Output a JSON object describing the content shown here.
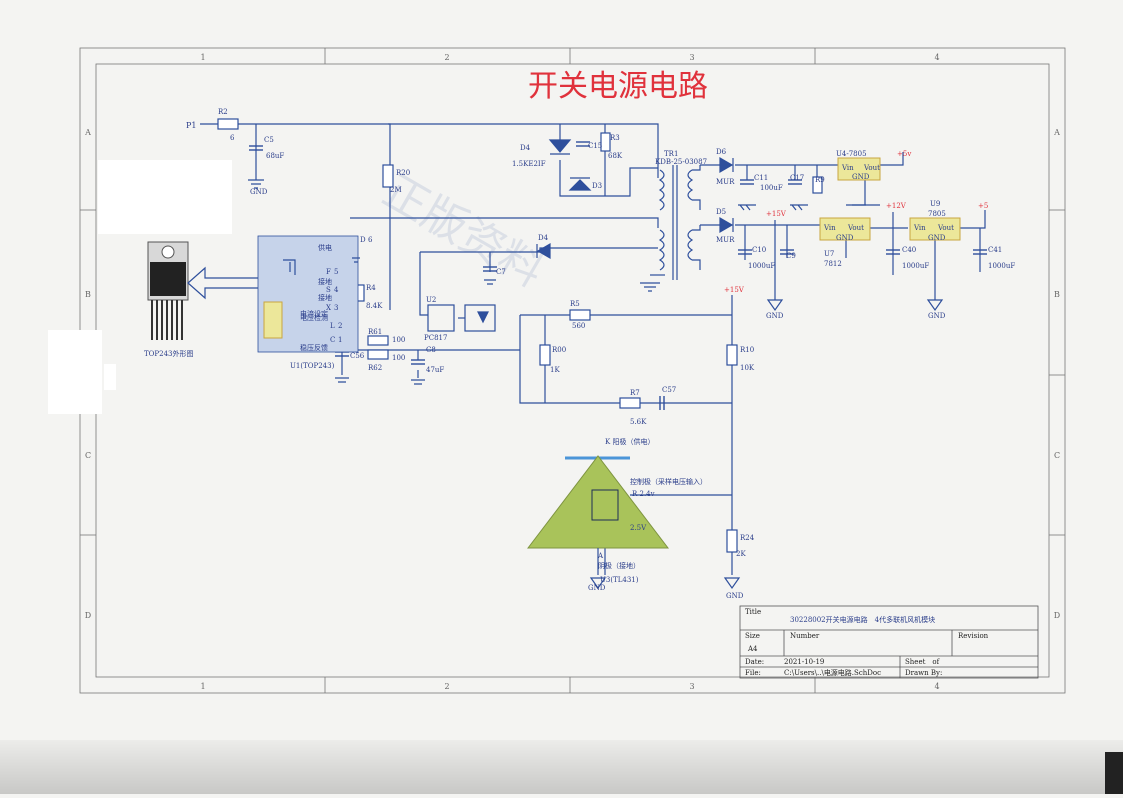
{
  "title": "开关电源电路",
  "grid": {
    "cols_top": [
      "1",
      "2",
      "3",
      "4"
    ],
    "cols_bottom": [
      "1",
      "2",
      "3",
      "4"
    ],
    "rows": [
      "A",
      "B",
      "C",
      "D"
    ]
  },
  "labels": {
    "p1": "P1",
    "r2": "R2",
    "r2v": "6",
    "c5": "C5",
    "c5v": "68uF",
    "gnd": "GND",
    "r20": "R20",
    "r20v": "2M",
    "d4a": "D4",
    "d4av": "1.5KE2IF",
    "c15": "C15",
    "r3": "R3",
    "r3v": "68K",
    "d3": "D3",
    "tr1": "TR1",
    "tr1v": "KDB-25-03087",
    "d6": "D6",
    "d6v": "MUR",
    "c11": "C11",
    "c11v": "100uF",
    "c17": "C17",
    "r9": "R9",
    "u4": "U4-7805",
    "vin": "Vin",
    "vout": "Vout",
    "p5v": "+5v",
    "d5": "D5",
    "d5v": "MUR",
    "p15v": "+15V",
    "c10": "C10",
    "c10v": "1000uF",
    "c9": "C9",
    "p12v": "+12V",
    "u9": "U9",
    "u9v": "7805",
    "p5": "+5",
    "u7": "U7",
    "u7v": "7812",
    "c40": "C40",
    "c40v": "1000uF",
    "c41": "C41",
    "c41v": "1000uF",
    "d4b": "D4",
    "c7": "C7",
    "pin_d": "D",
    "pin_d_n": "6",
    "pin_d_t": "供电",
    "pin_f": "F",
    "pin_f_n": "5",
    "pin_f_t": "接地",
    "pin_s": "S",
    "pin_s_n": "4",
    "pin_s_t": "接地",
    "pin_x": "X",
    "pin_x_n": "3",
    "pin_x_t": "电压检测",
    "pin_l": "L",
    "pin_l_n": "2",
    "pin_l_t": "电流设定",
    "pin_c": "C",
    "pin_c_n": "1",
    "pin_c_t": "稳压反馈",
    "r4": "R4",
    "r4v": "8.4K",
    "u1": "U1(TOP243)",
    "top243": "TOP243外形图",
    "u2": "U2",
    "u2v": "PC817",
    "r5": "R5",
    "r5v": "560",
    "r61": "R61",
    "r61v": "100",
    "r62": "R62",
    "r62v": "100",
    "c56": "C56",
    "c8": "C8",
    "c8v": "47uF",
    "r00": "R00",
    "r00v": "1K",
    "r10": "R10",
    "r10v": "10K",
    "r7": "R7",
    "r7v": "5.6K",
    "c57": "C57",
    "tl_k": "K 阳极（供电）",
    "tl_r": "控制极（采样电压输入）",
    "tl_r2": "R 2.4v",
    "tl_25": "2.5V",
    "tl_a": "A",
    "tl_a2": "阴极（接地）",
    "u3": "U3(TL431)",
    "r24": "R24",
    "r24v": "2K",
    "watermark": "正版资料"
  },
  "titleblock": {
    "title_lbl": "Title",
    "title_val": "30228002开关电源电路　4代多联机风机模块",
    "size_lbl": "Size",
    "size_val": "A4",
    "number_lbl": "Number",
    "revision_lbl": "Revision",
    "date_lbl": "Date:",
    "date_val": "2021-10-19",
    "file_lbl": "File:",
    "file_val": "C:\\Users\\..\\电源电路.SchDoc",
    "sheet_lbl": "Sheet　of",
    "drawn_lbl": "Drawn By:"
  },
  "colors": {
    "wire": "#2e4f9c",
    "label": "#2a3d8a",
    "title": "#e0323c",
    "box": "#ece79a",
    "tri": "#a9c35a",
    "tribar": "#4b95d8",
    "border": "#777777"
  }
}
